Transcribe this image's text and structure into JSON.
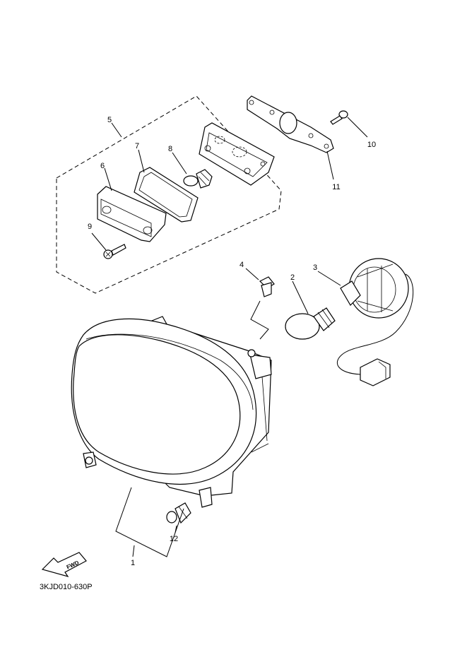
{
  "diagram": {
    "code": "3KJD010-630P",
    "fwd_label": "FWD",
    "callouts": {
      "c1": "1",
      "c2": "2",
      "c3": "3",
      "c4": "4",
      "c5": "5",
      "c6": "6",
      "c7": "7",
      "c8": "8",
      "c9": "9",
      "c10": "10",
      "c11": "11",
      "c12": "12"
    }
  }
}
